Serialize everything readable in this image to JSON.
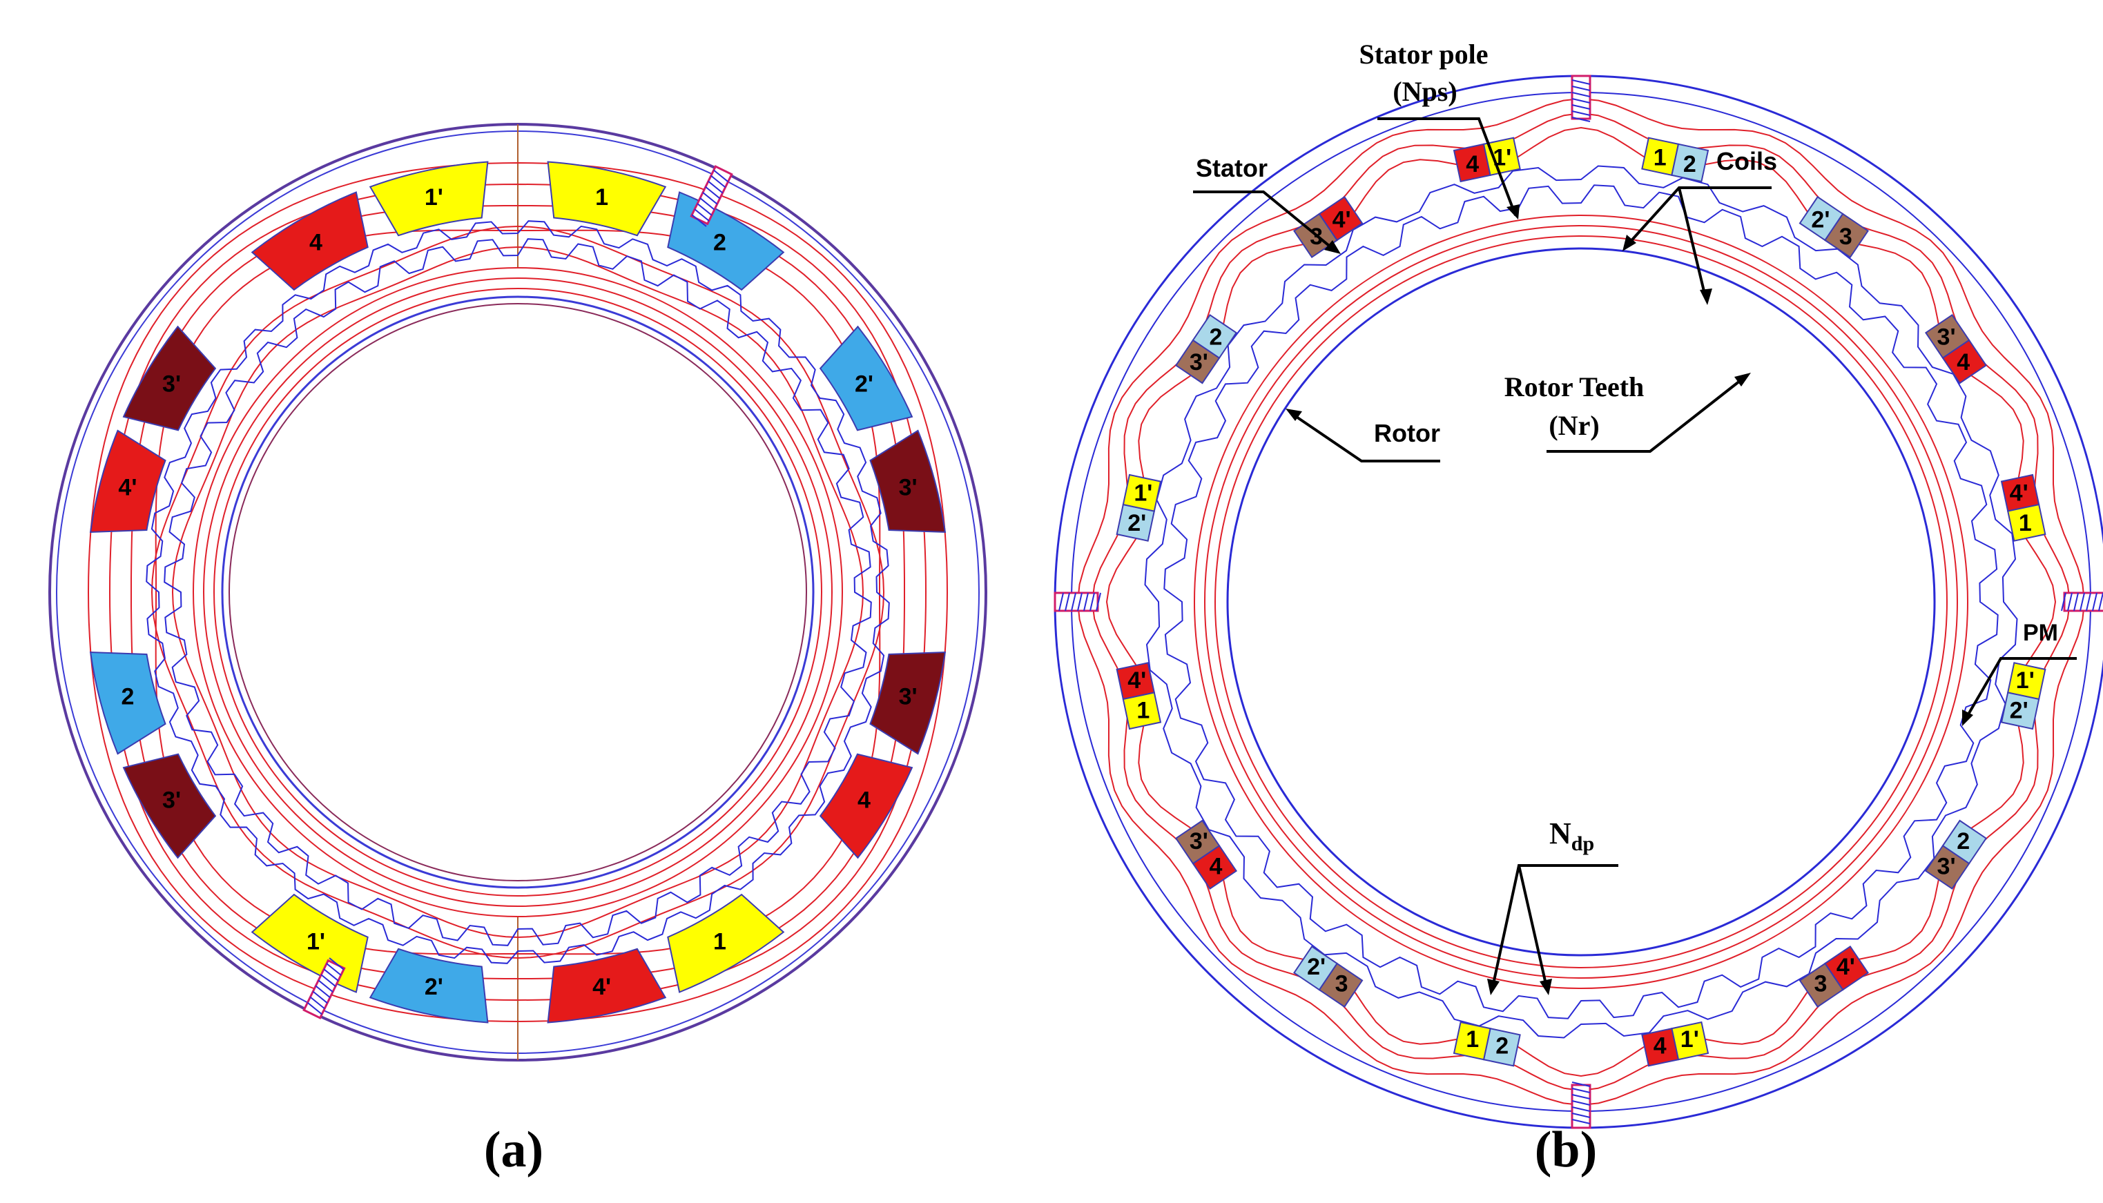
{
  "figure": {
    "panel_a": {
      "caption": "(a)",
      "coils": [
        {
          "label": "4",
          "color": "red"
        },
        {
          "label": "1'",
          "color": "yellow"
        },
        {
          "label": "1",
          "color": "yellow"
        },
        {
          "label": "2",
          "color": "blue"
        },
        {
          "label": "2'",
          "color": "blue"
        },
        {
          "label": "3'",
          "color": "maroon"
        },
        {
          "label": "3'",
          "color": "maroon"
        },
        {
          "label": "4",
          "color": "red"
        },
        {
          "label": "1",
          "color": "yellow"
        },
        {
          "label": "4'",
          "color": "red"
        },
        {
          "label": "2'",
          "color": "blue"
        },
        {
          "label": "1'",
          "color": "yellow"
        },
        {
          "label": "3'",
          "color": "maroon"
        },
        {
          "label": "2",
          "color": "blue"
        },
        {
          "label": "4'",
          "color": "red"
        },
        {
          "label": "3'",
          "color": "maroon"
        }
      ]
    },
    "panel_b": {
      "caption": "(b)",
      "labels": {
        "stator_pole_line1": "Stator pole",
        "stator_pole_line2": "(Nps)",
        "stator": "Stator",
        "coils": "Coils",
        "rotor_teeth_line1": "Rotor Teeth",
        "rotor_teeth_line2": "(Nr)",
        "rotor": "Rotor",
        "pm": "PM",
        "ndp_main": "N",
        "ndp_sub": "dp"
      },
      "coil_pairs": [
        [
          "4",
          "1'"
        ],
        [
          "1",
          "2"
        ],
        [
          "2'",
          "3"
        ],
        [
          "3'",
          "4"
        ],
        [
          "4'",
          "1"
        ],
        [
          "1'",
          "2'"
        ],
        [
          "2",
          "3'"
        ],
        [
          "4'",
          "3"
        ],
        [
          "1'",
          "4"
        ],
        [
          "2",
          "1"
        ],
        [
          "3",
          "2'"
        ],
        [
          "4",
          "3'"
        ],
        [
          "1",
          "4'"
        ],
        [
          "2'",
          "1'"
        ],
        [
          "3'",
          "2"
        ],
        [
          "3",
          "4'"
        ]
      ]
    },
    "colors": {
      "yellow": "#ffff00",
      "blue": "#3fa9e8",
      "red": "#e51a1a",
      "maroon": "#7a0f17",
      "brown": "#a0705a",
      "lightblue": "#aad8ea",
      "flux": "#e0202a",
      "outline": "#2a2ad6"
    }
  }
}
